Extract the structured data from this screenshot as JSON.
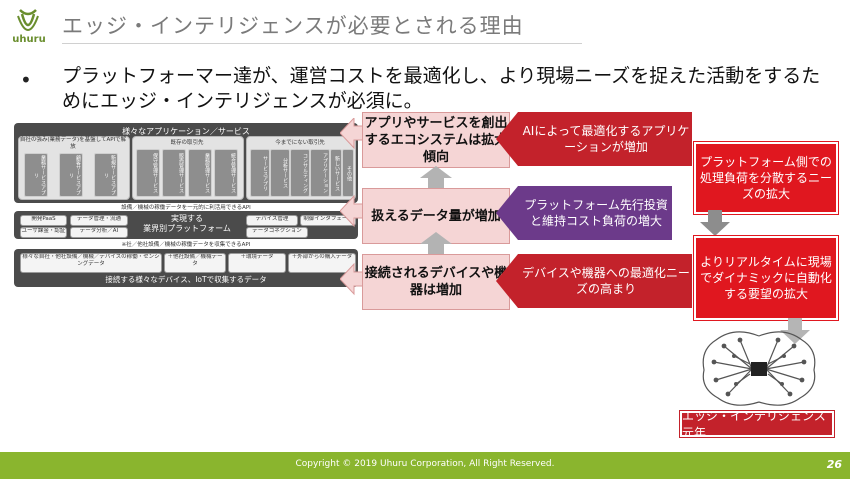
{
  "logo": {
    "text": "uhuru",
    "icon": "uhuru-logo-icon",
    "color": "#6a8e2e"
  },
  "slide": {
    "title": "エッジ・インテリジェンスが必要とされる理由",
    "bullet": "•",
    "bullet_text": "プラットフォーマー達が、運営コストを最適化し、より現場ニーズを捉えた活動をするためにエッジ・インテリジェンスが必須に。"
  },
  "arch": {
    "top_title": "様々なアプリケーション／サービス",
    "group_labels": [
      "自社の強み(業務データ)を基盤してAPIで解放",
      "既存の取引先",
      "今までにない取引先"
    ],
    "app_columns": [
      "業務サービスアプリ",
      "顧客サービスアプリ",
      "新規サービスアプリ",
      "保守管理サービス",
      "販売管理サービス",
      "業務管理サービス",
      "統合管理サービス",
      "サービスアプリ",
      "分析サービス",
      "コンサルティング",
      "アプリケーション",
      "新しいサービス",
      "その他"
    ],
    "api_strip_top": "設備／機械の稼働データを一元的に利活用できるAPI",
    "platform_title": "実現する\n業界別プラットフォーム",
    "platform_left": [
      "開発PaaS",
      "データ管理・流通",
      "ユーザ課金・認証",
      "データ分析／AI"
    ],
    "platform_right": [
      "デバイス管理",
      "制御インタフェース",
      "データコネクション"
    ],
    "api_strip_bottom": "※社／他社設備／機械の稼働データを収集できるAPI",
    "device_boxes": [
      "様々な自社・他社設備／機械／デバイスの稼働・センシングデータ",
      "＋他社設備／機械データ",
      "＋環境データ",
      "＋外部からの購入データ"
    ],
    "bottom_title": "接続する様々なデバイス、IoTで収集するデータ"
  },
  "center": {
    "box1": "アプリやサービスを創出するエコシステムは拡大傾向",
    "box2": "扱えるデータ量が増加",
    "box3": "接続されるデバイスや機器は増加"
  },
  "arrows": {
    "a1": "AIによって最適化するアプリケーションが増加",
    "a2": "プラットフォーム先行投資と維持コスト負荷の増大",
    "a3": "デバイスや機器への最適化ニーズの高まり"
  },
  "right": {
    "r1": "プラットフォーム側での処理負荷を分散するニーズの拡大",
    "r2": "よりリアルタイムに現場でダイナミックに自動化する要望の拡大",
    "badge": "エッジ・インテリジェンス元年"
  },
  "colors": {
    "accent_green": "#8ab52e",
    "red": "#c3222b",
    "bright_red": "#e0171f",
    "purple": "#6c3a8a",
    "pink": "#f5d5d5"
  },
  "footer": {
    "copyright": "Copyright © 2019 Uhuru Corporation, All Right Reserved.",
    "page": "26"
  }
}
